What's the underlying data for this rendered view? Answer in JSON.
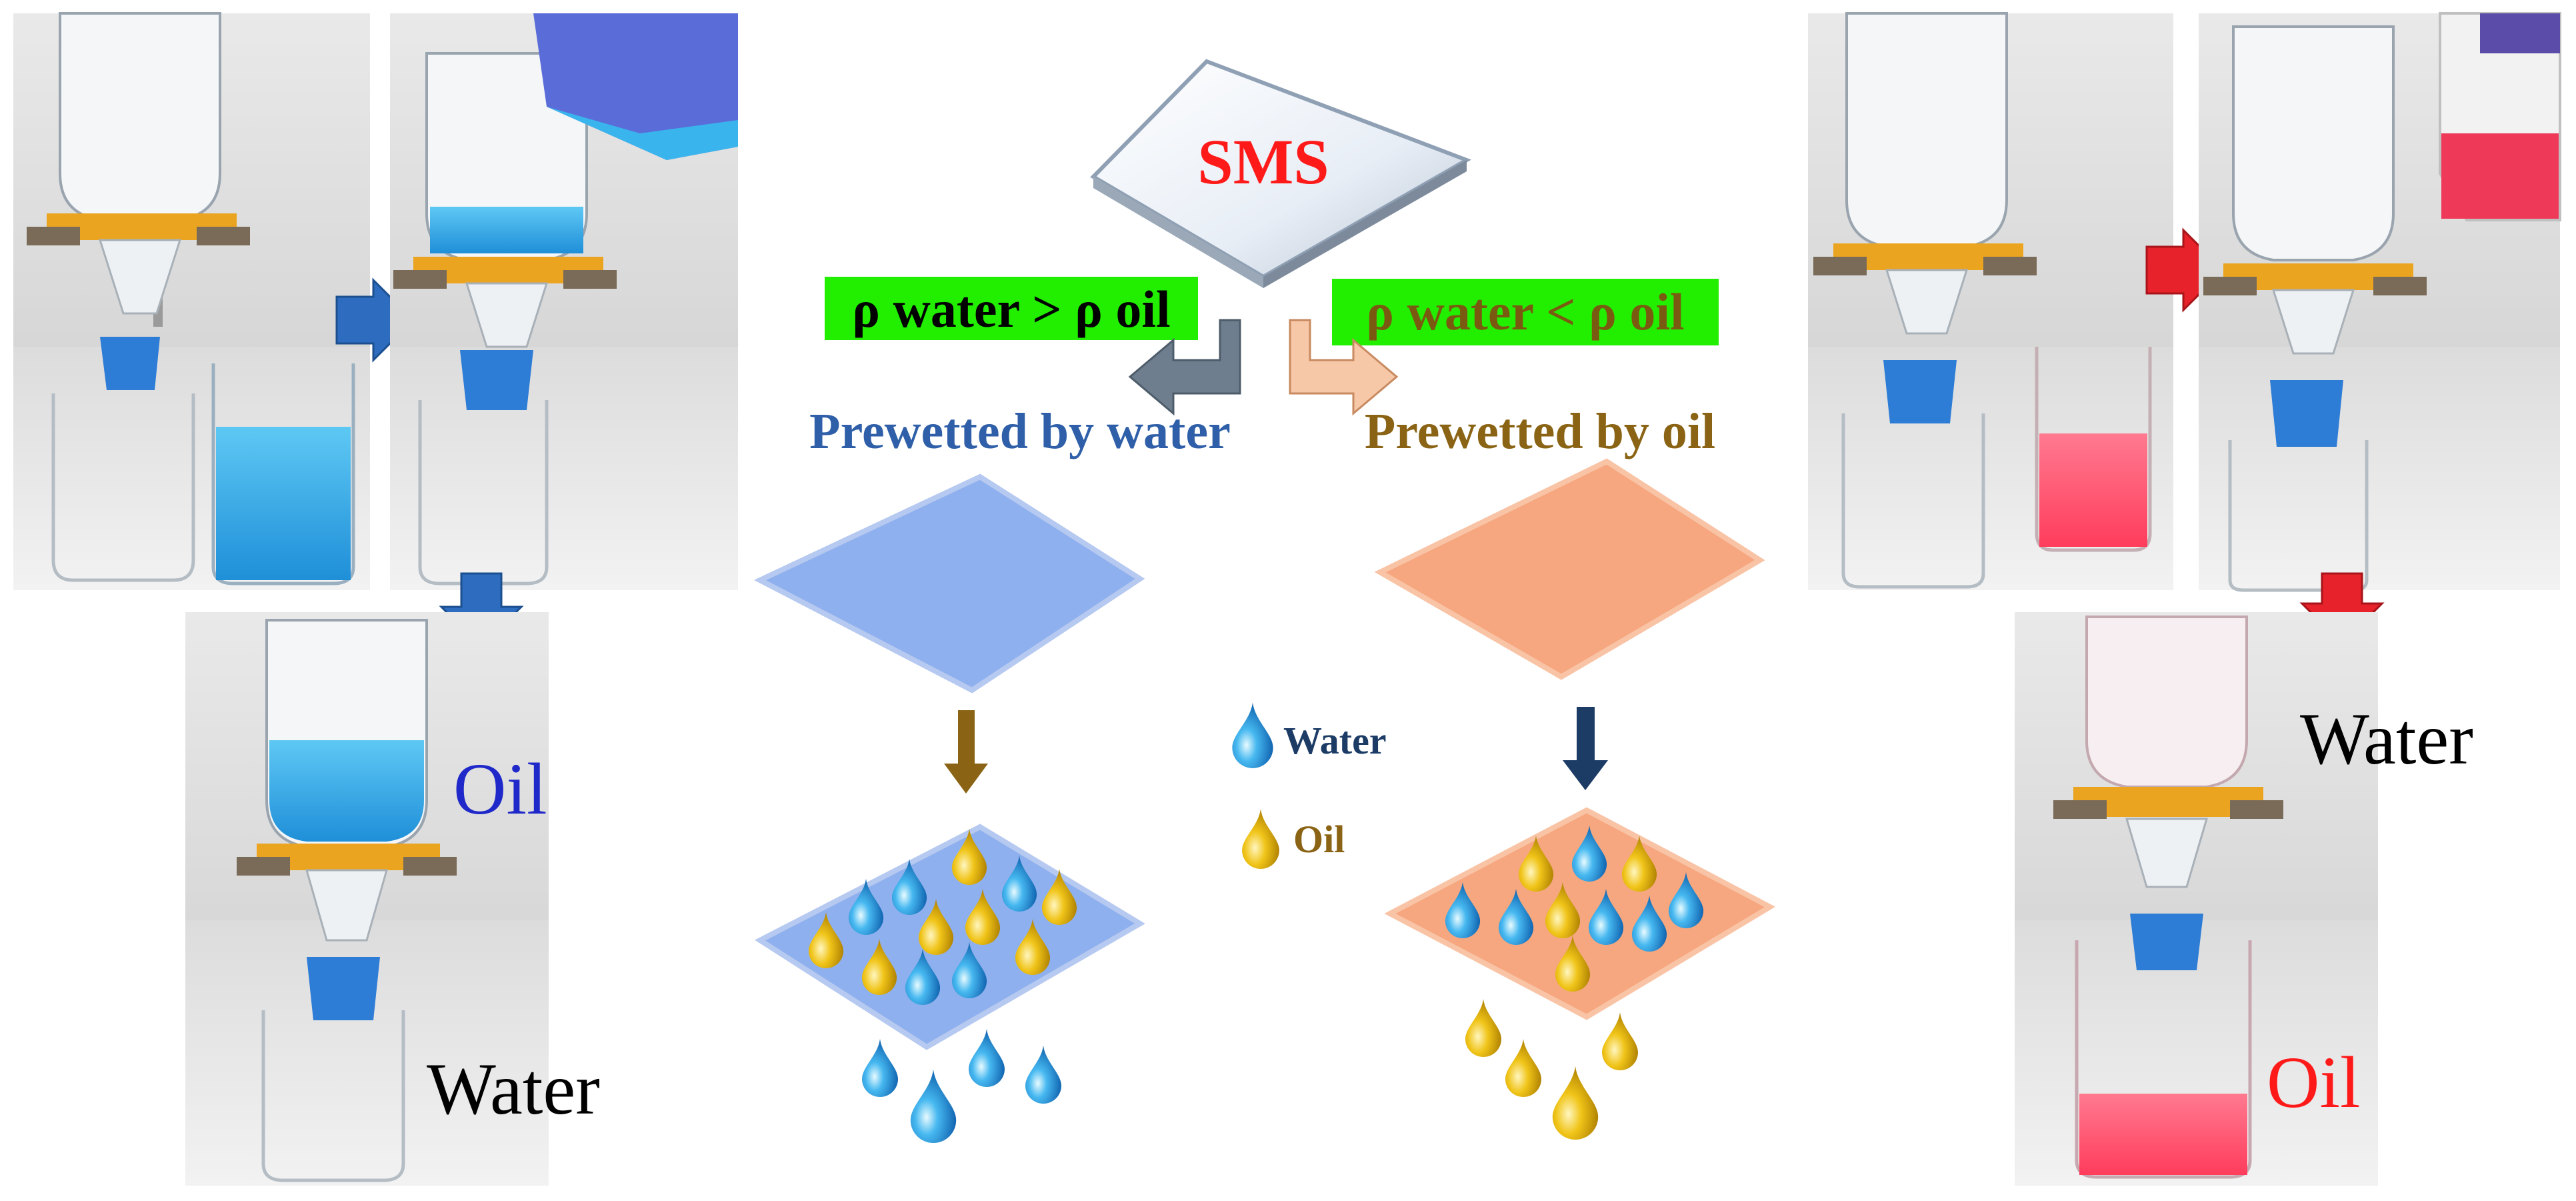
{
  "center": {
    "sms_label": "SMS",
    "left_condition": "ρ water > ρ oil",
    "right_condition": "ρ water < ρ oil",
    "left_prewet": "Prewetted by water",
    "right_prewet": "Prewetted by oil",
    "legend_water": "Water",
    "legend_oil": "Oil"
  },
  "photos": {
    "left_result_top_label": "Oil",
    "left_result_bottom_label": "Water",
    "right_result_top_label": "Water",
    "right_result_bottom_label": "Oil"
  },
  "colors": {
    "green_highlight": "#22ee00",
    "sms_red": "#ff1a1a",
    "prewet_water_text": "#2f5fa8",
    "prewet_oil_text": "#8a6414",
    "water_membrane": "#8fb0ee",
    "oil_membrane": "#f6a77f",
    "flow_arrow_blue": "#2e6cc0",
    "flow_arrow_red": "#e8222a",
    "oil_label_blue": "#1f28c8",
    "oil_label_red": "#ff1a1a"
  }
}
